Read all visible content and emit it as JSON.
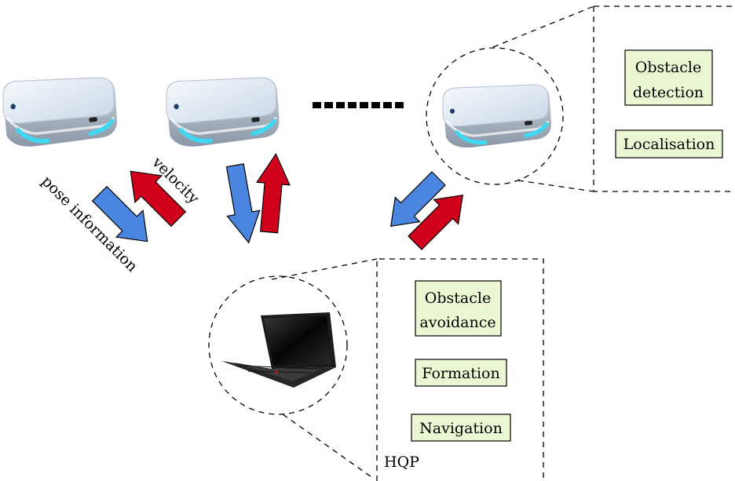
{
  "colors": {
    "down_arrow": "#4a86e0",
    "up_arrow": "#d0021b",
    "box_fill": "#eaf7d2",
    "robot_body": "#e6edf6",
    "robot_glow": "#3fd7f2"
  },
  "arrows": {
    "pose_label": "pose information",
    "velocity_label": "velocity"
  },
  "robot_module": {
    "boxes": [
      {
        "line1": "Obstacle",
        "line2": "detection"
      },
      {
        "line1": "Localisation",
        "line2": ""
      }
    ]
  },
  "laptop_module": {
    "boxes": [
      {
        "line1": "Obstacle",
        "line2": "avoidance"
      },
      {
        "line1": "Formation",
        "line2": ""
      },
      {
        "line1": "Navigation",
        "line2": ""
      }
    ],
    "caption": "HQP"
  }
}
